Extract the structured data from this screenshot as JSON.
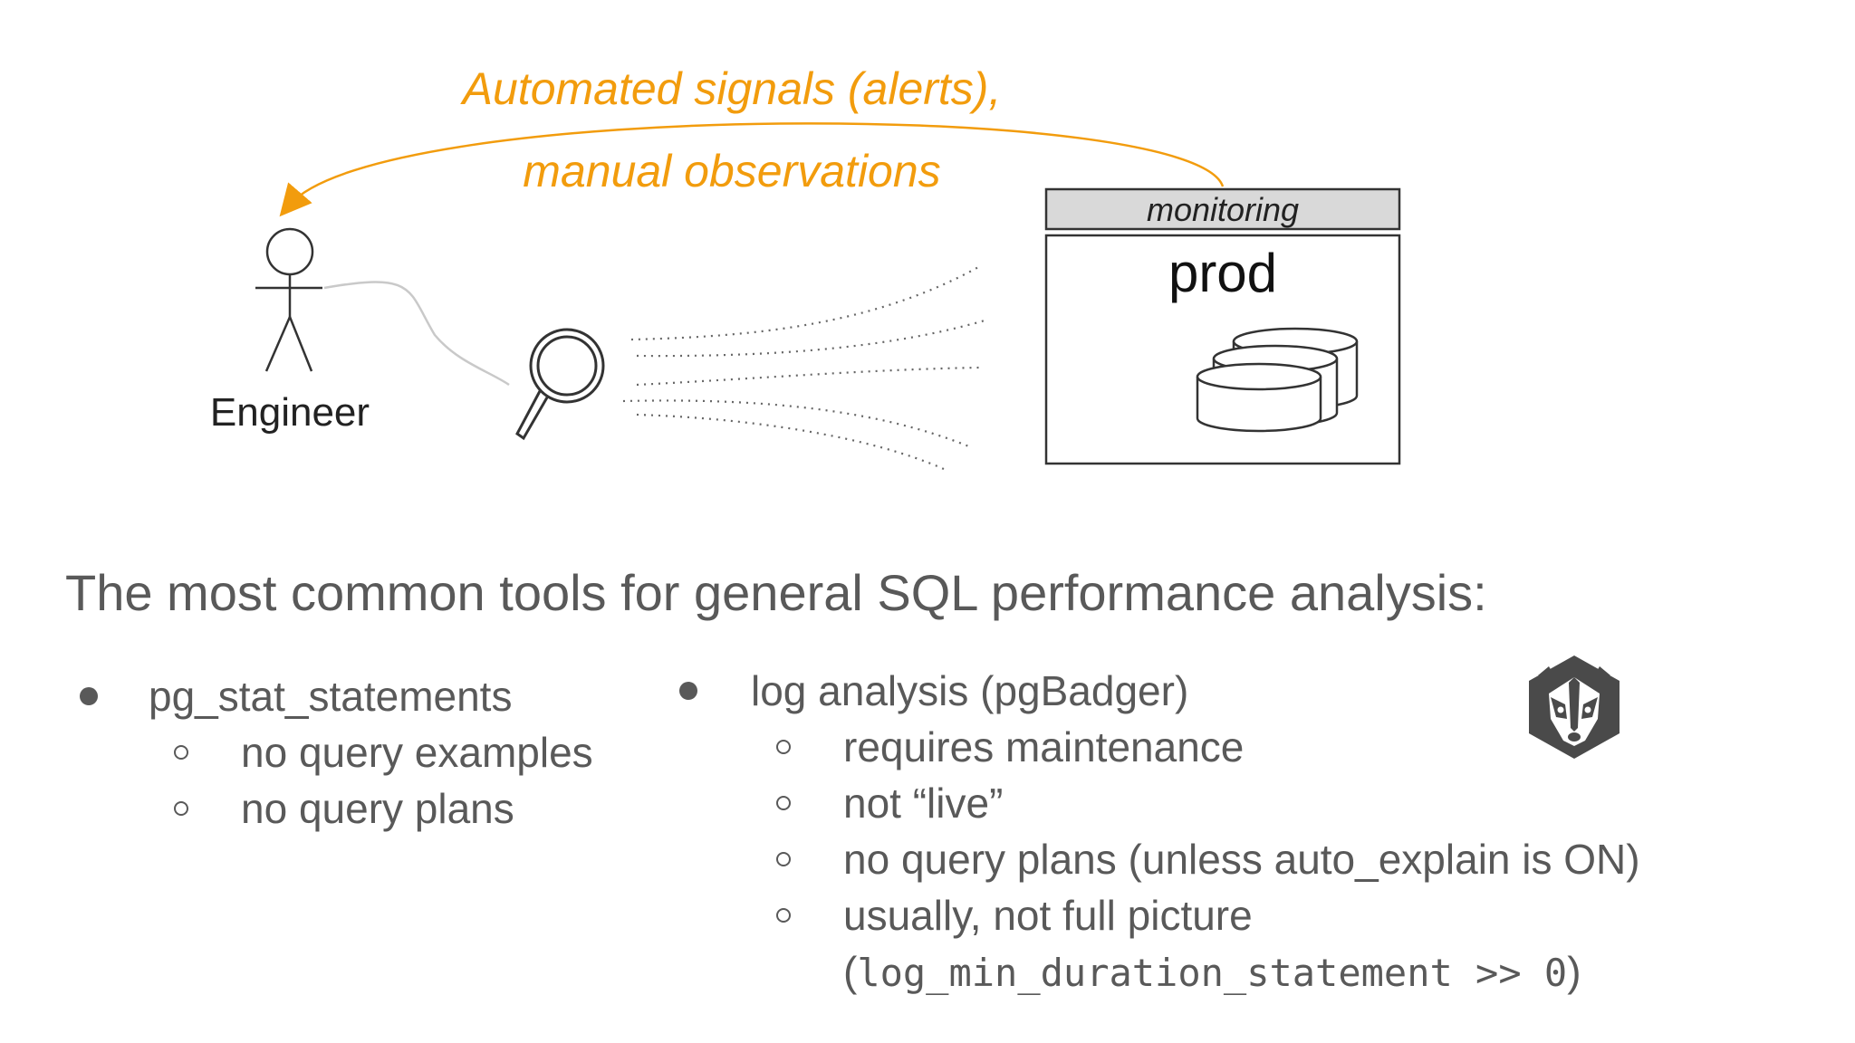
{
  "diagram": {
    "feedback_line1": "Automated signals (alerts),",
    "feedback_line2": "manual observations",
    "monitoring_label": "monitoring",
    "prod_label": "prod",
    "engineer_label": "Engineer"
  },
  "slide": {
    "heading": "The most common tools for general SQL performance analysis:",
    "left_column": {
      "title": "pg_stat_statements",
      "items": [
        "no query examples",
        "no query plans"
      ]
    },
    "right_column": {
      "title": "log analysis (pgBadger)",
      "items": [
        "requires maintenance",
        "not “live”",
        "no query plans (unless auto_explain is ON)",
        "usually, not full picture"
      ],
      "last_item_code_open": "(",
      "last_item_code": "log_min_duration_statement >> 0",
      "last_item_code_close": ")"
    }
  },
  "colors": {
    "accent": "#f29c0d",
    "text": "#595959",
    "monitoring_bar": "#d9d9d9"
  },
  "icons": [
    "stick-figure-icon",
    "magnifying-glass-icon",
    "database-stack-icon",
    "badger-icon"
  ]
}
